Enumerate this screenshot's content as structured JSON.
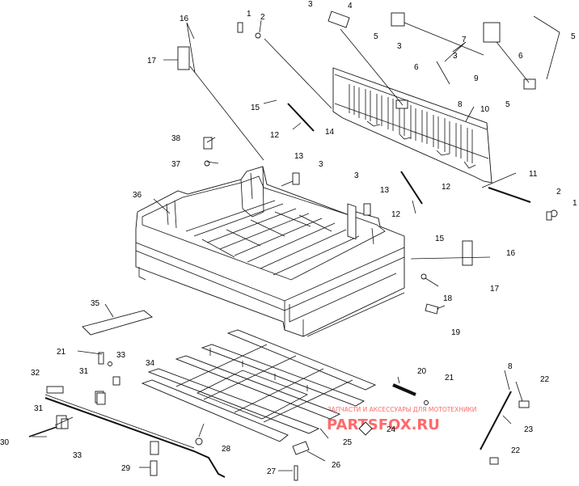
{
  "diagram": {
    "callouts": [
      {
        "id": "c16a",
        "text": "16"
      },
      {
        "id": "c17a",
        "text": "17"
      },
      {
        "id": "c1a",
        "text": "1"
      },
      {
        "id": "c2a",
        "text": "2"
      },
      {
        "id": "c3a",
        "text": "3"
      },
      {
        "id": "c4",
        "text": "4"
      },
      {
        "id": "c5a",
        "text": "5"
      },
      {
        "id": "c3b",
        "text": "3"
      },
      {
        "id": "c6a",
        "text": "6"
      },
      {
        "id": "c7",
        "text": "7"
      },
      {
        "id": "c6b",
        "text": "6"
      },
      {
        "id": "c9",
        "text": "9"
      },
      {
        "id": "c5b",
        "text": "5"
      },
      {
        "id": "c3c",
        "text": "3"
      },
      {
        "id": "c8a",
        "text": "8"
      },
      {
        "id": "c5c",
        "text": "5"
      },
      {
        "id": "c10",
        "text": "10"
      },
      {
        "id": "c15a",
        "text": "15"
      },
      {
        "id": "c14",
        "text": "14"
      },
      {
        "id": "c12a",
        "text": "12"
      },
      {
        "id": "c38",
        "text": "38"
      },
      {
        "id": "c37",
        "text": "37"
      },
      {
        "id": "c13a",
        "text": "13"
      },
      {
        "id": "c3d",
        "text": "3"
      },
      {
        "id": "c36",
        "text": "36"
      },
      {
        "id": "c3e",
        "text": "3"
      },
      {
        "id": "c13b",
        "text": "13"
      },
      {
        "id": "c12b",
        "text": "12"
      },
      {
        "id": "c12c",
        "text": "12"
      },
      {
        "id": "c11",
        "text": "11"
      },
      {
        "id": "c2b",
        "text": "2"
      },
      {
        "id": "c1b",
        "text": "1"
      },
      {
        "id": "c15b",
        "text": "15"
      },
      {
        "id": "c16b",
        "text": "16"
      },
      {
        "id": "c17b",
        "text": "17"
      },
      {
        "id": "c18",
        "text": "18"
      },
      {
        "id": "c19",
        "text": "19"
      },
      {
        "id": "c35",
        "text": "35"
      },
      {
        "id": "c21a",
        "text": "21"
      },
      {
        "id": "c33a",
        "text": "33"
      },
      {
        "id": "c34",
        "text": "34"
      },
      {
        "id": "c32",
        "text": "32"
      },
      {
        "id": "c31a",
        "text": "31"
      },
      {
        "id": "c20",
        "text": "20"
      },
      {
        "id": "c21b",
        "text": "21"
      },
      {
        "id": "c8b",
        "text": "8"
      },
      {
        "id": "c22a",
        "text": "22"
      },
      {
        "id": "c31b",
        "text": "31"
      },
      {
        "id": "c24",
        "text": "24"
      },
      {
        "id": "c23",
        "text": "23"
      },
      {
        "id": "c30",
        "text": "30"
      },
      {
        "id": "c33b",
        "text": "33"
      },
      {
        "id": "c28",
        "text": "28"
      },
      {
        "id": "c25",
        "text": "25"
      },
      {
        "id": "c22b",
        "text": "22"
      },
      {
        "id": "c26",
        "text": "26"
      },
      {
        "id": "c29",
        "text": "29"
      },
      {
        "id": "c27",
        "text": "27"
      }
    ],
    "watermark": {
      "tagline": "ЗАПЧАСТИ И АКСЕССУАРЫ ДЛЯ МОТОТЕХНИКИ",
      "brand": "PARTSFOX.RU"
    },
    "colors": {
      "line": "#111111",
      "watermark": "#ff6a6a",
      "background": "#ffffff"
    }
  }
}
